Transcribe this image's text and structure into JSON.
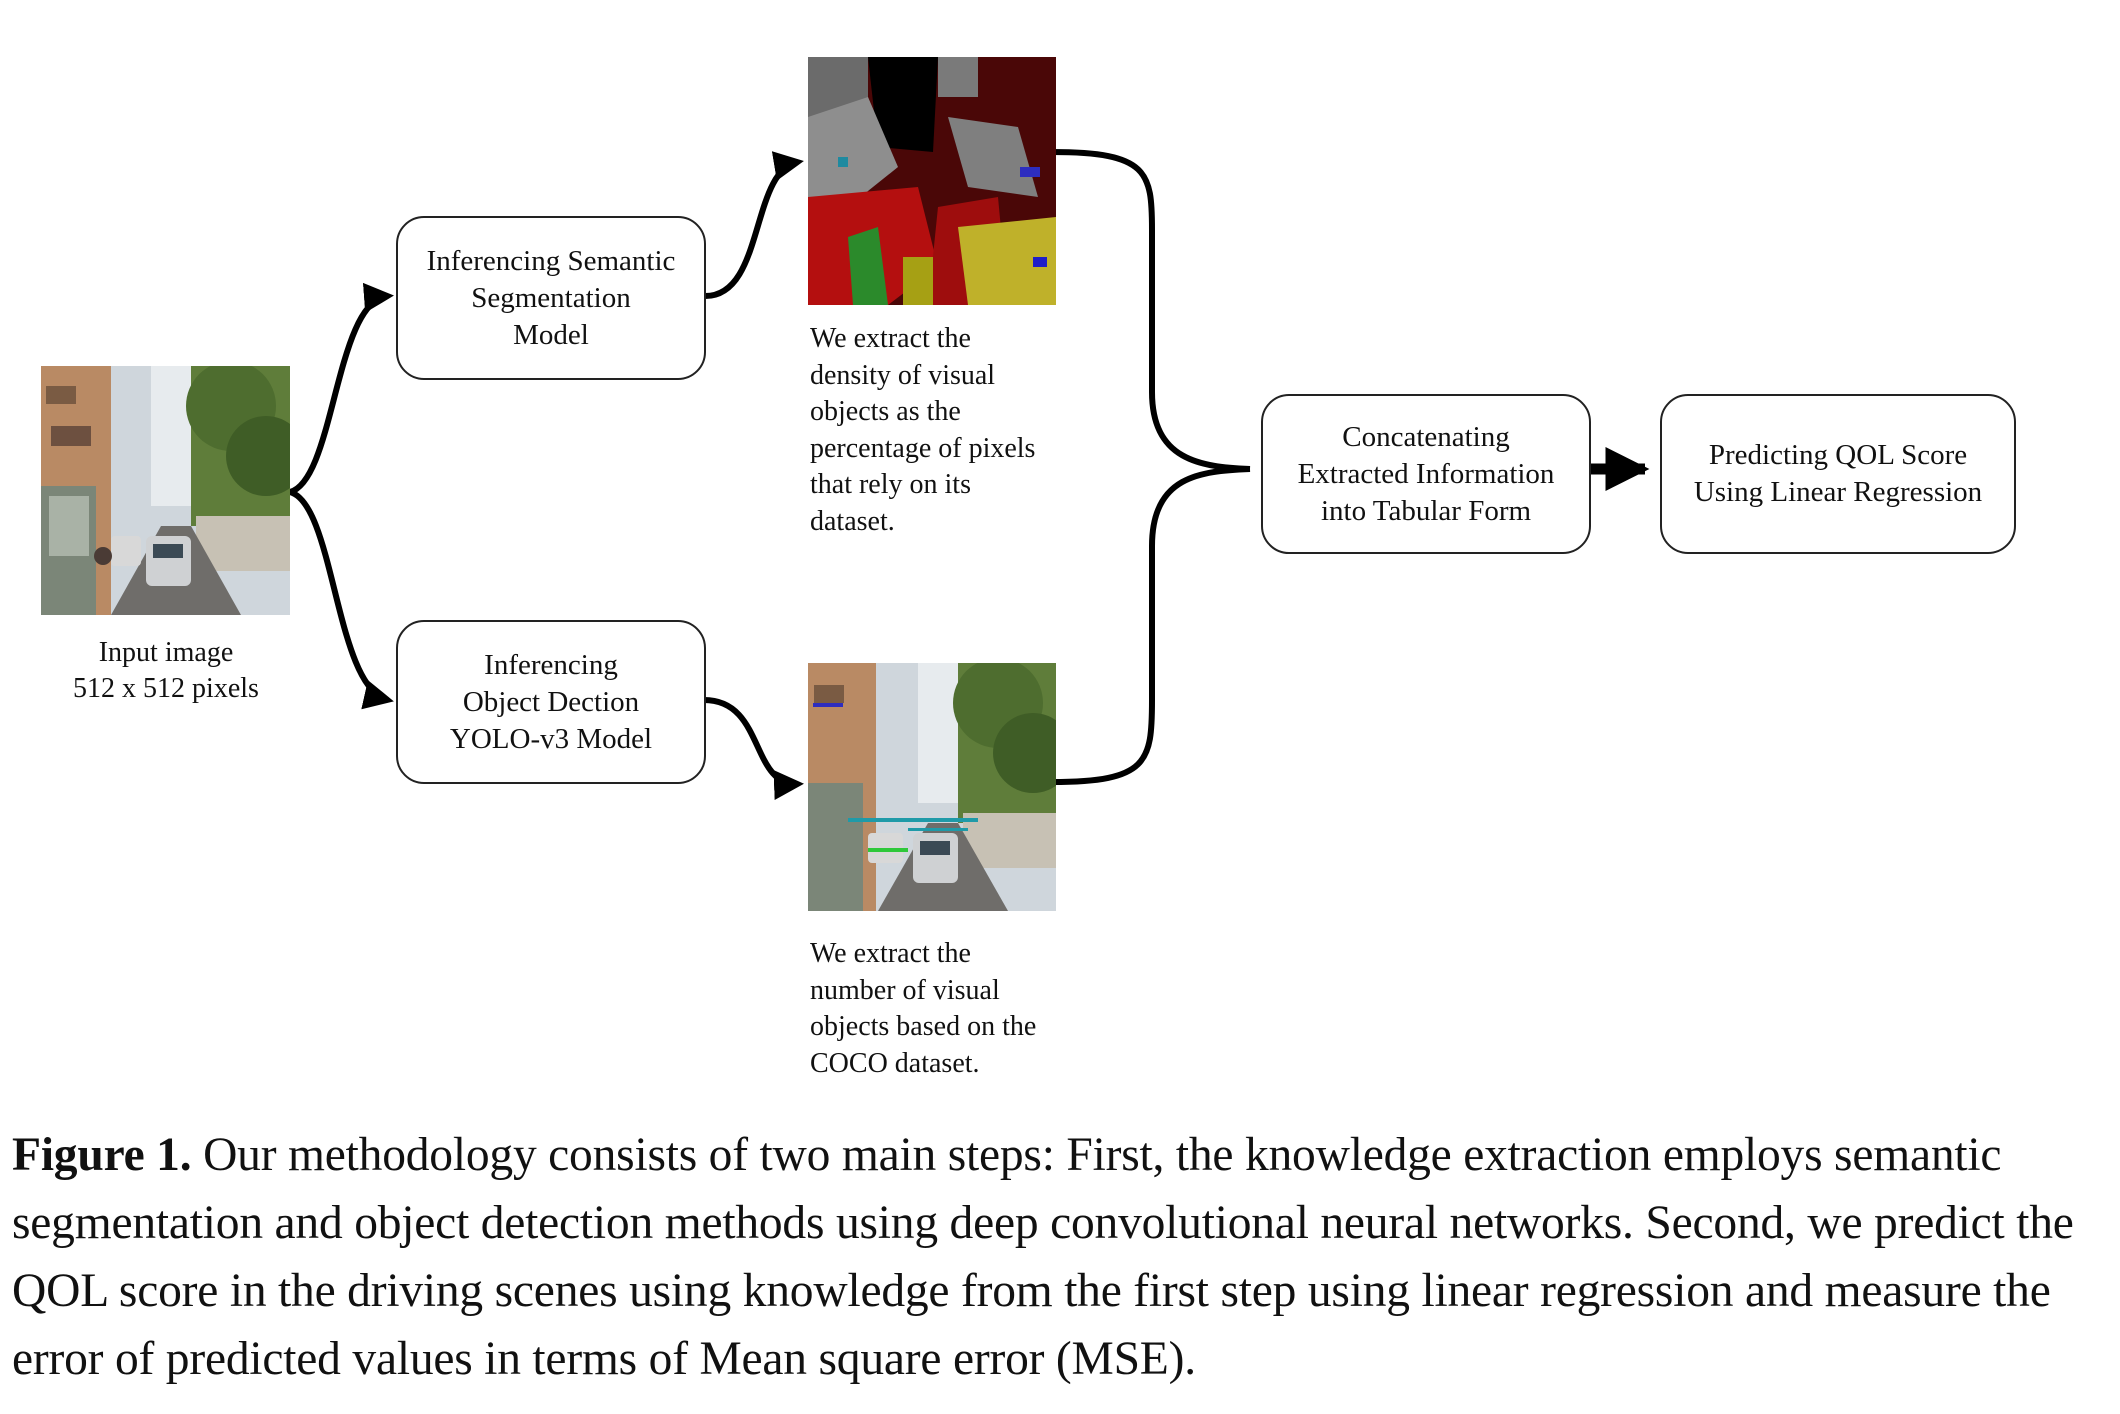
{
  "nodes": {
    "semantic_seg": {
      "lines": [
        "Inferencing Semantic",
        "Segmentation",
        "Model"
      ]
    },
    "object_det": {
      "lines": [
        "Inferencing",
        "Object Dection",
        "YOLO-v3 Model"
      ]
    },
    "concat": {
      "lines": [
        "Concatenating",
        "Extracted Information",
        "into Tabular Form"
      ]
    },
    "predict": {
      "lines": [
        "Predicting QOL Score",
        "Using Linear Regression"
      ]
    }
  },
  "input_image": {
    "caption_lines": [
      "Input image",
      "512 x 512 pixels"
    ]
  },
  "seg_description": {
    "lines": [
      "We extract the",
      "density of visual",
      "objects as the",
      "percentage of pixels",
      "that rely on its",
      "dataset."
    ]
  },
  "det_description": {
    "lines": [
      "We extract the",
      "number of visual",
      "objects based on the",
      "COCO dataset."
    ]
  },
  "caption": {
    "label": "Figure 1.",
    "text": "Our methodology consists of two main steps: First, the knowledge extraction employs semantic segmentation and object detection methods using deep convolutional neural networks. Second, we predict the QOL score in the driving scenes using knowledge from the first step using linear regression and measure the error of predicted values in terms of Mean square error (MSE)."
  }
}
